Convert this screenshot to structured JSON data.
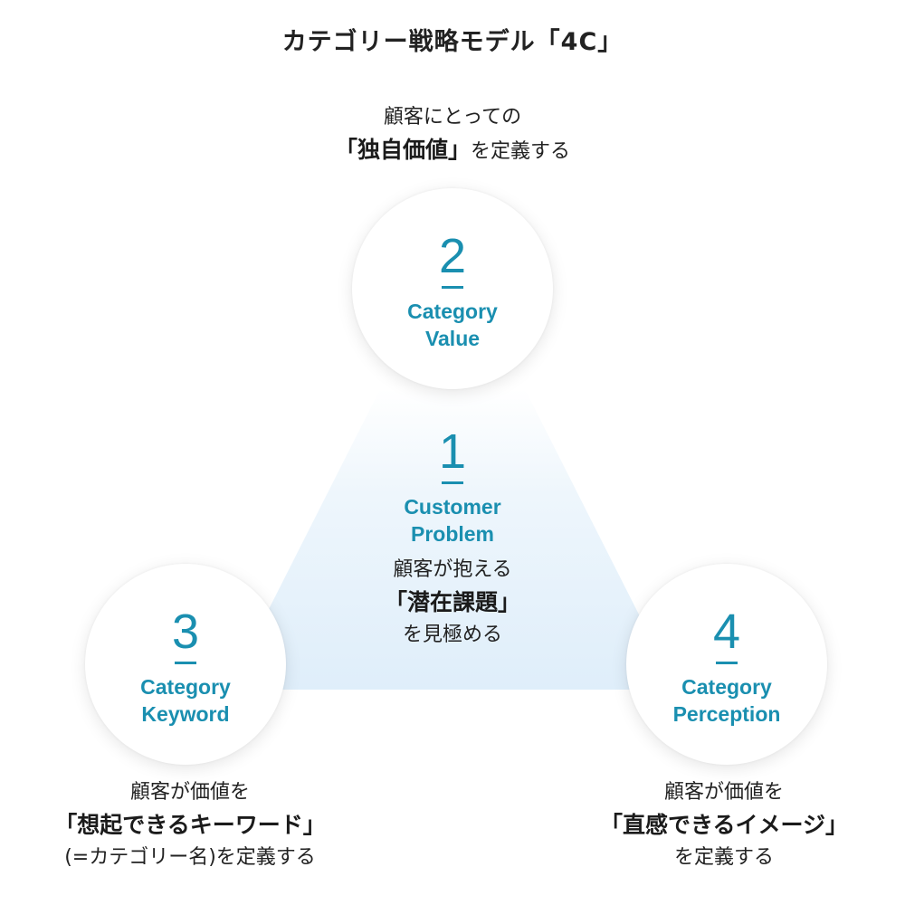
{
  "title": "カテゴリー戦略モデル「4C」",
  "colors": {
    "accent": "#1a8fb0",
    "triangle": "#e3f1fb"
  },
  "nodes": {
    "top": {
      "number": "2",
      "label_line1": "Category",
      "label_line2": "Value"
    },
    "center": {
      "number": "1",
      "label_line1": "Customer",
      "label_line2": "Problem"
    },
    "left": {
      "number": "3",
      "label_line1": "Category",
      "label_line2": "Keyword"
    },
    "right": {
      "number": "4",
      "label_line1": "Category",
      "label_line2": "Perception"
    }
  },
  "descriptions": {
    "top": {
      "line1": "顧客にとっての",
      "emphasis": "「独自価値」",
      "after": "を定義する"
    },
    "center": {
      "line1": "顧客が抱える",
      "emphasis": "「潜在課題」",
      "line3": "を見極める"
    },
    "left": {
      "line1": "顧客が価値を",
      "emphasis": "「想起できるキーワード」",
      "line3": "(=カテゴリー名)を定義する"
    },
    "right": {
      "line1": "顧客が価値を",
      "emphasis": "「直感できるイメージ」",
      "line3": "を定義する"
    }
  }
}
